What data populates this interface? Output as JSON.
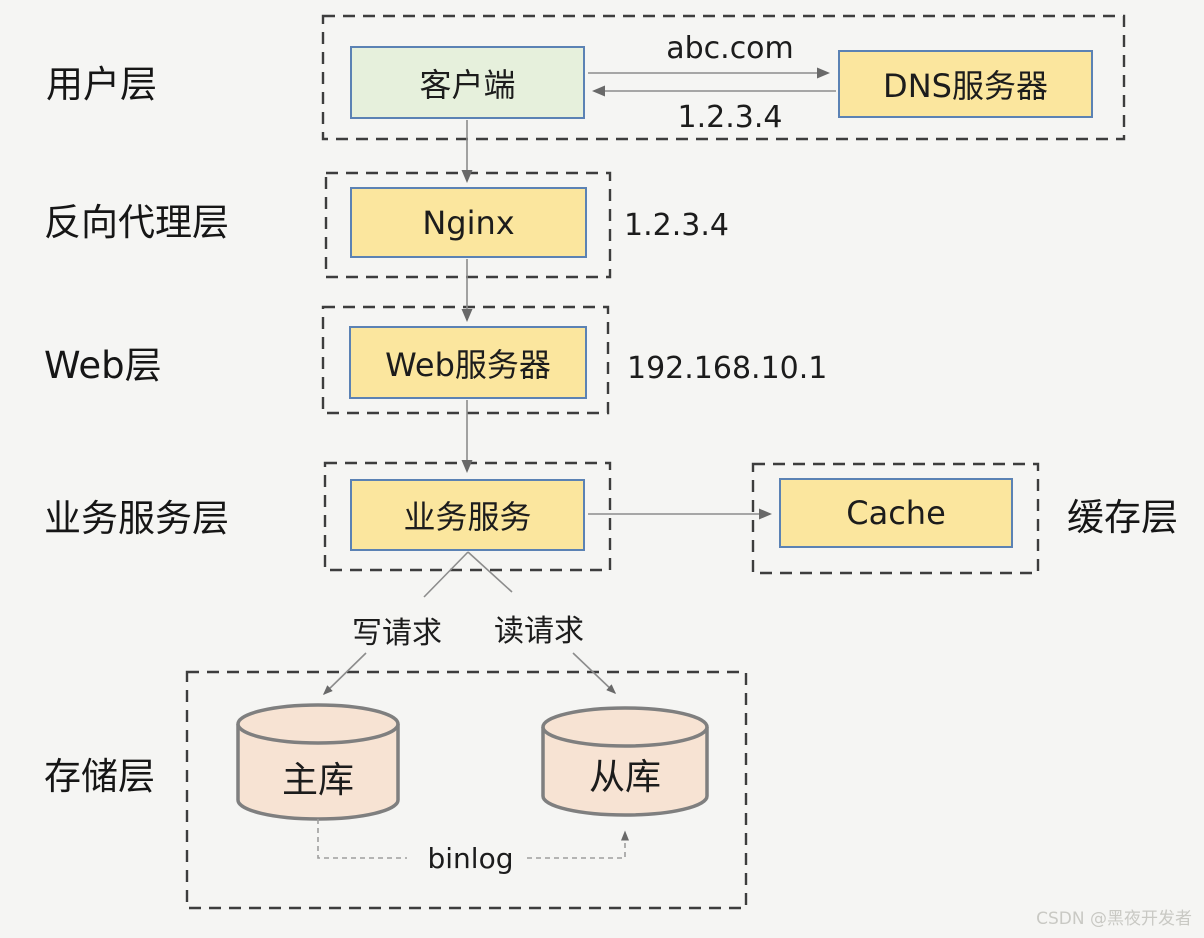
{
  "diagram": {
    "type": "web-architecture-layers",
    "layers": {
      "user": {
        "label": "用户层"
      },
      "reverse_proxy": {
        "label": "反向代理层",
        "ip": "1.2.3.4"
      },
      "web": {
        "label": "Web层",
        "ip": "192.168.10.1"
      },
      "service": {
        "label": "业务服务层"
      },
      "cache": {
        "label": "缓存层"
      },
      "storage": {
        "label": "存储层"
      }
    },
    "nodes": {
      "client": {
        "label": "客户端"
      },
      "dns_server": {
        "label": "DNS服务器"
      },
      "nginx": {
        "label": "Nginx"
      },
      "web_server": {
        "label": "Web服务器"
      },
      "business_service": {
        "label": "业务服务"
      },
      "cache": {
        "label": "Cache"
      },
      "master_db": {
        "label": "主库"
      },
      "slave_db": {
        "label": "从库"
      }
    },
    "edges": {
      "dns_query_label": "abc.com",
      "dns_response_label": "1.2.3.4",
      "write_request_label": "写请求",
      "read_request_label": "读请求",
      "replication_label": "binlog"
    },
    "colors": {
      "background": "#f5f5f3",
      "node_fill_yellow": "#fbe69e",
      "node_fill_green": "#e6f0dc",
      "node_border_blue": "#5b82b4",
      "cylinder_fill": "#f7e3d3",
      "cylinder_border": "#7f7f7f",
      "dashed_container": "#3d3d3d",
      "connector_gray": "#8c8c8c",
      "text": "#1c1c1c",
      "watermark": "#c9c9c4"
    }
  },
  "watermark": {
    "text": "CSDN @黑夜开发者"
  }
}
